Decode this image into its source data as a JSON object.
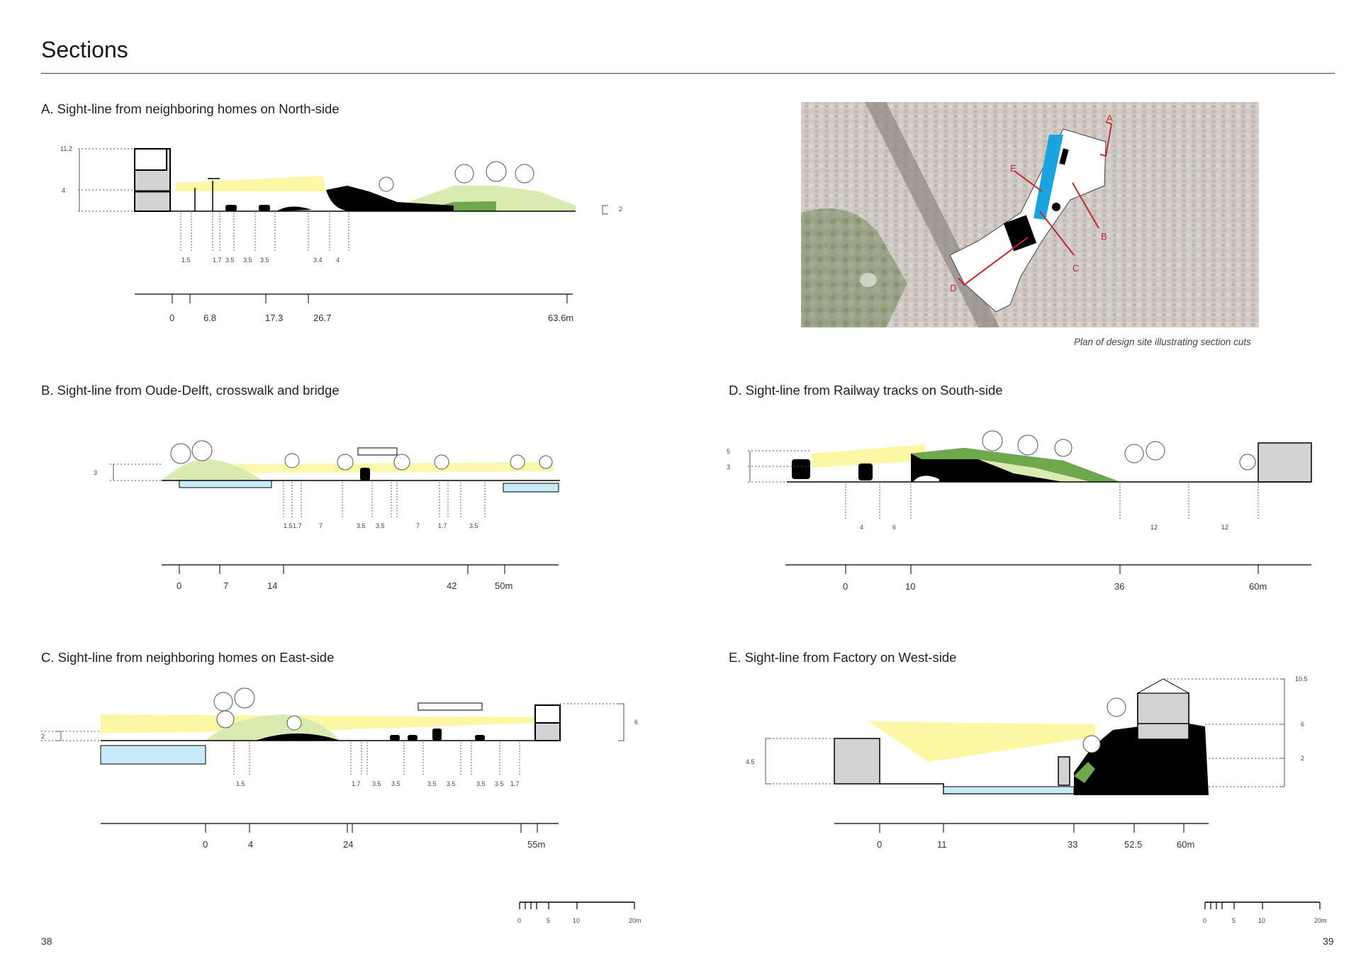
{
  "page": {
    "title": "Sections",
    "left_page_number": "38",
    "right_page_number": "39"
  },
  "colors": {
    "water": "#c7ecf8",
    "grass_light": "#d9ebb0",
    "grass_dark": "#6ea84d",
    "sightline": "#fbf7a4",
    "building": "#d3d3d5",
    "ink": "#000000",
    "plan_highlight": "#1aa3dc",
    "section_marker": "#c0282c"
  },
  "sections": {
    "a": {
      "title": "A. Sight-line from neighboring homes on North-side",
      "height_labels": [
        "11.2",
        "4"
      ],
      "right_height_label": "2",
      "widths": [
        "1.5",
        "1.7",
        "3.5",
        "3.5",
        "3.5",
        "3.4",
        "4"
      ],
      "chainage": [
        "0",
        "6.8",
        "17.3",
        "26.7",
        "63.6m"
      ]
    },
    "b": {
      "title": "B. Sight-line from Oude-Delft, crosswalk and bridge",
      "height_labels": [
        "3"
      ],
      "widths": [
        "1.5",
        "1.7",
        "7",
        "3.5",
        "3.5",
        "7",
        "1.7",
        "3.5"
      ],
      "chainage": [
        "0",
        "7",
        "14",
        "42",
        "50m"
      ]
    },
    "c": {
      "title": "C. Sight-line from neighboring homes on East-side",
      "height_labels": [
        "2"
      ],
      "right_height_label": "6",
      "widths": [
        "1.5",
        "1.7",
        "3.5",
        "3.5",
        "3.5",
        "3.5",
        "3.5",
        "3.5",
        "1.7"
      ],
      "chainage": [
        "0",
        "4",
        "24",
        "55m"
      ]
    },
    "d": {
      "title": "D. Sight-line from Railway tracks on South-side",
      "height_labels": [
        "5",
        "3"
      ],
      "widths": [
        "4",
        "6",
        "12",
        "12"
      ],
      "chainage": [
        "0",
        "10",
        "36",
        "60m"
      ]
    },
    "e": {
      "title": "E. Sight-line from Factory on West-side",
      "left_height_label": "4.5",
      "height_labels": [
        "10.5",
        "6",
        "2"
      ],
      "chainage": [
        "0",
        "11",
        "33",
        "52.5",
        "60m"
      ]
    }
  },
  "plan": {
    "caption": "Plan of design site illustrating section cuts",
    "markers": [
      "A",
      "B",
      "C",
      "D",
      "E"
    ]
  },
  "scale_bar": {
    "labels": [
      "0",
      "5",
      "10",
      "20m"
    ]
  }
}
